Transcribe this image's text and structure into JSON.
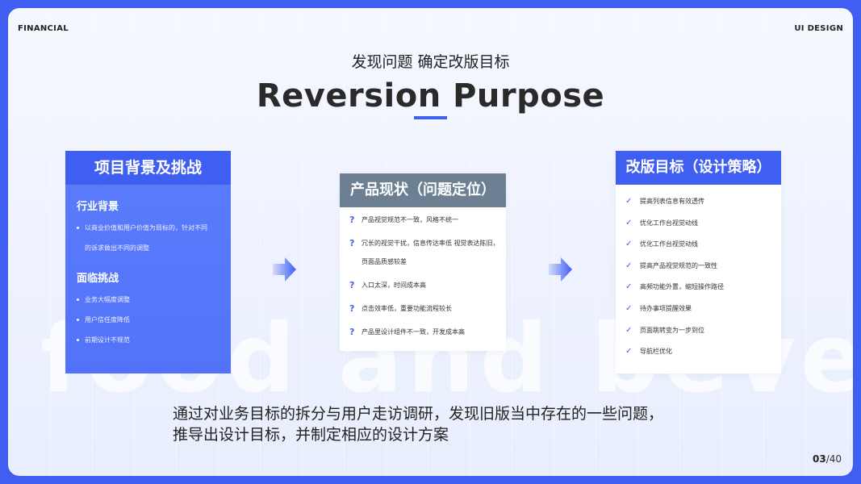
{
  "header": {
    "left_label": "FINANCIAL",
    "right_label": "UI DESIGN"
  },
  "title": {
    "subtitle": "发现问题 确定改版目标",
    "main": "Reversion Purpose"
  },
  "watermark": "food and beverages",
  "card_background": {
    "title": "项目背景及挑战",
    "section1_title": "行业背景",
    "section1_items": [
      "以商业价值和用户价值为目标的，针对不同",
      "的诉求做出不同的调整"
    ],
    "section2_title": "面临挑战",
    "section2_items": [
      "业务大幅度调整",
      "用户信任度降低",
      "前期设计不规范"
    ]
  },
  "card_status": {
    "title": "产品现状（问题定位）",
    "icon": "question-icon",
    "items": [
      {
        "q": "?",
        "text": "产品视觉规范不一致，风格不统一"
      },
      {
        "q": "?",
        "text": "冗长的视觉干扰，信息传达率低  视觉表达陈旧，"
      },
      {
        "q": "",
        "text": "页面品质感较差"
      },
      {
        "q": "?",
        "text": "入口太深，时间成本高"
      },
      {
        "q": "?",
        "text": "点击效率低，重要功能流程较长"
      },
      {
        "q": "?",
        "text": "产品里设计组件不一致，开发成本高"
      }
    ]
  },
  "card_goal": {
    "title": "改版目标（设计策略）",
    "icon": "check-icon",
    "items": [
      {
        "c": "✓",
        "text": "提高列表信息有效透传"
      },
      {
        "c": "✓",
        "text": "优化工作台视觉动线"
      },
      {
        "c": "✓",
        "text": "优化工作台视觉动线"
      },
      {
        "c": "✓",
        "text": "提高产品视觉规范的一致性"
      },
      {
        "c": "✓",
        "text": "高频功能外置，缩短操作路径"
      },
      {
        "c": "✓",
        "text": "待办事项提醒效果"
      },
      {
        "c": "✓",
        "text": "页面跳转变为一步到位"
      },
      {
        "c": "✓",
        "text": "导航栏优化"
      }
    ]
  },
  "summary": {
    "line1": "通过对业务目标的拆分与用户走访调研，发现旧版当中存在的一些问题，",
    "line2": "推导出设计目标，并制定相应的设计方案"
  },
  "pagination": {
    "current": "03",
    "total": "/40"
  },
  "colors": {
    "accent": "#3f5ff2",
    "card1_body": "#5b7cfa",
    "card2_head": "#6d7f93"
  }
}
